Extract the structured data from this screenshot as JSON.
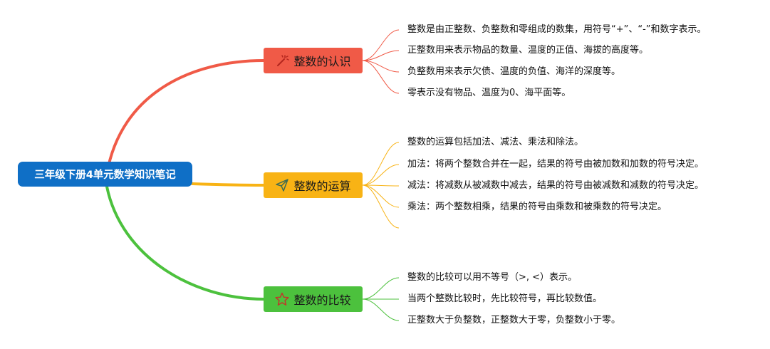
{
  "root": {
    "label": "三年级下册4单元数学知识笔记"
  },
  "colors": {
    "root": "#0f6fc6",
    "branch1": "#f05a47",
    "branch2": "#f8b315",
    "branch3": "#4cc13d"
  },
  "branches": [
    {
      "label": "整数的认识",
      "icon": "magic-wand-icon",
      "leaves": [
        "整数是由正整数、负整数和零组成的数集，用符号“+”、“-”和数字表示。",
        "正整数用来表示物品的数量、温度的正值、海拔的高度等。",
        "负整数用来表示欠债、温度的负值、海洋的深度等。",
        "零表示没有物品、温度为0、海平面等。"
      ]
    },
    {
      "label": "整数的运算",
      "icon": "paper-plane-icon",
      "leaves": [
        "整数的运算包括加法、减法、乘法和除法。",
        "加法：将两个整数合并在一起，结果的符号由被加数和加数的符号决定。",
        "减法：将减数从被减数中减去，结果的符号由被减数和减数的符号决定。",
        "乘法：两个整数相乘，结果的符号由乘数和被乘数的符号决定。"
      ]
    },
    {
      "label": "整数的比较",
      "icon": "star-icon",
      "leaves": [
        "整数的比较可以用不等号（>, <）表示。",
        "当两个整数比较时，先比较符号，再比较数值。",
        "正整数大于负整数，正整数大于零，负整数小于零。"
      ]
    }
  ]
}
